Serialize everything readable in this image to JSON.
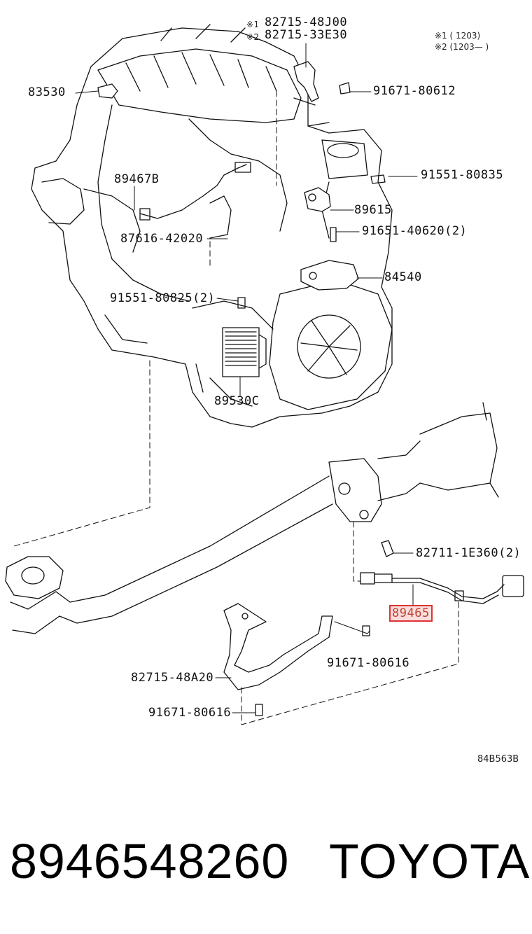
{
  "diagram": {
    "legend": {
      "note1_mark": "※1",
      "note2_mark": "※2",
      "note1": "※1 (      1203)",
      "note2": "※2 (1203—    )"
    },
    "callouts": {
      "p82715_48j00": "82715-48J00",
      "p82715_33e30": "82715-33E30",
      "p83530": "83530",
      "p91671_80612": "91671-80612",
      "p89467b": "89467B",
      "p91551_80835": "91551-80835",
      "p89615": "89615",
      "p87616_42020": "87616-42020",
      "p91651_40620": "91651-40620(2)",
      "p84540": "84540",
      "p91551_80825": "91551-80825(2)",
      "p89530c": "89530C",
      "p82711_1e360": "82711-1E360(2)",
      "p89465": "89465",
      "p91671_80616a": "91671-80616",
      "p82715_48a20": "82715-48A20",
      "p91671_80616b": "91671-80616"
    },
    "drawing_code": "84B563B",
    "highlight_color": "#d33333"
  },
  "footer": {
    "part_number": "8946548260",
    "brand": "TOYOTA"
  }
}
